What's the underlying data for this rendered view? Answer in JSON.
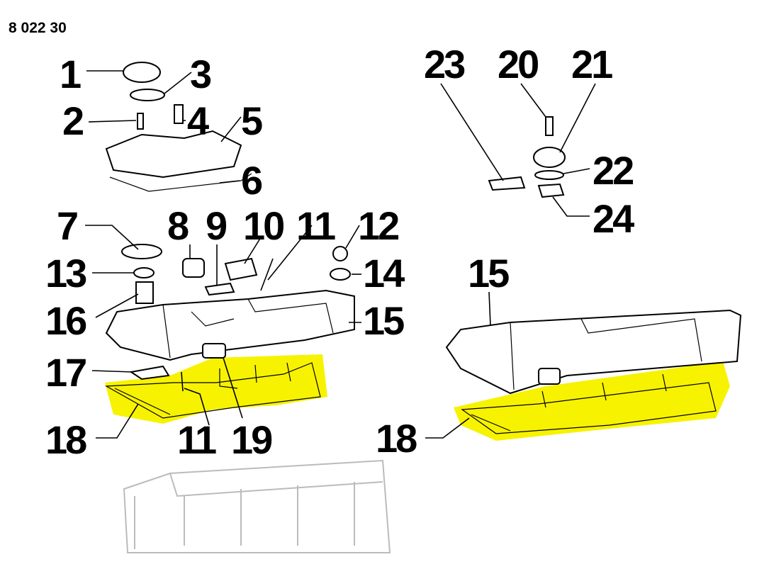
{
  "drawing_ref": "8 022 30",
  "highlight_color": "#f7f200",
  "callouts": {
    "c1": "1",
    "c2": "2",
    "c3": "3",
    "c4": "4",
    "c5": "5",
    "c6": "6",
    "c7": "7",
    "c8": "8",
    "c9": "9",
    "c10": "10",
    "c11a": "11",
    "c11b": "11",
    "c12": "12",
    "c13": "13",
    "c14": "14",
    "c15a": "15",
    "c15b": "15",
    "c16": "16",
    "c17": "17",
    "c18a": "18",
    "c18b": "18",
    "c19": "19",
    "c20": "20",
    "c21": "21",
    "c22": "22",
    "c23": "23",
    "c24": "24"
  }
}
